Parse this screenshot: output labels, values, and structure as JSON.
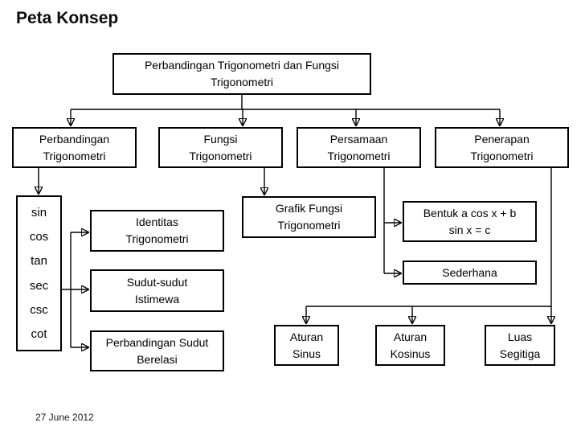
{
  "slide": {
    "title": "Peta Konsep",
    "footer_date": "27 June 2012",
    "colors": {
      "background": "#ffffff",
      "box_border": "#000000",
      "text": "#000000",
      "connector": "#000000"
    }
  },
  "nodes": {
    "root": {
      "lines": [
        "Perbandingan Trigonometri dan Fungsi",
        "Trigonometri"
      ]
    },
    "perbandingan": {
      "lines": [
        "Perbandingan",
        "Trigonometri"
      ]
    },
    "fungsi": {
      "lines": [
        "Fungsi",
        "Trigonometri"
      ]
    },
    "persamaan": {
      "lines": [
        "Persamaan",
        "Trigonometri"
      ]
    },
    "penerapan": {
      "lines": [
        "Penerapan",
        "Trigonometri"
      ]
    },
    "trig_ratios": {
      "items": [
        "sin",
        "cos",
        "tan",
        "sec",
        "csc",
        "cot"
      ]
    },
    "identitas": {
      "lines": [
        "Identitas",
        "Trigonometri"
      ]
    },
    "sudut_istimewa": {
      "lines": [
        "Sudut-sudut",
        "Istimewa"
      ]
    },
    "sudut_berelasi": {
      "lines": [
        "Perbandingan Sudut",
        "Berelasi"
      ]
    },
    "grafik": {
      "lines": [
        "Grafik Fungsi",
        "Trigonometri"
      ]
    },
    "bentuk": {
      "lines": [
        "Bentuk a cos x + b",
        "sin x = c"
      ]
    },
    "sederhana": {
      "lines": [
        "Sederhana"
      ]
    },
    "aturan_sinus": {
      "lines": [
        "Aturan",
        "Sinus"
      ]
    },
    "aturan_kosinus": {
      "lines": [
        "Aturan",
        "Kosinus"
      ]
    },
    "luas_segitiga": {
      "lines": [
        "Luas",
        "Segitiga"
      ]
    }
  }
}
